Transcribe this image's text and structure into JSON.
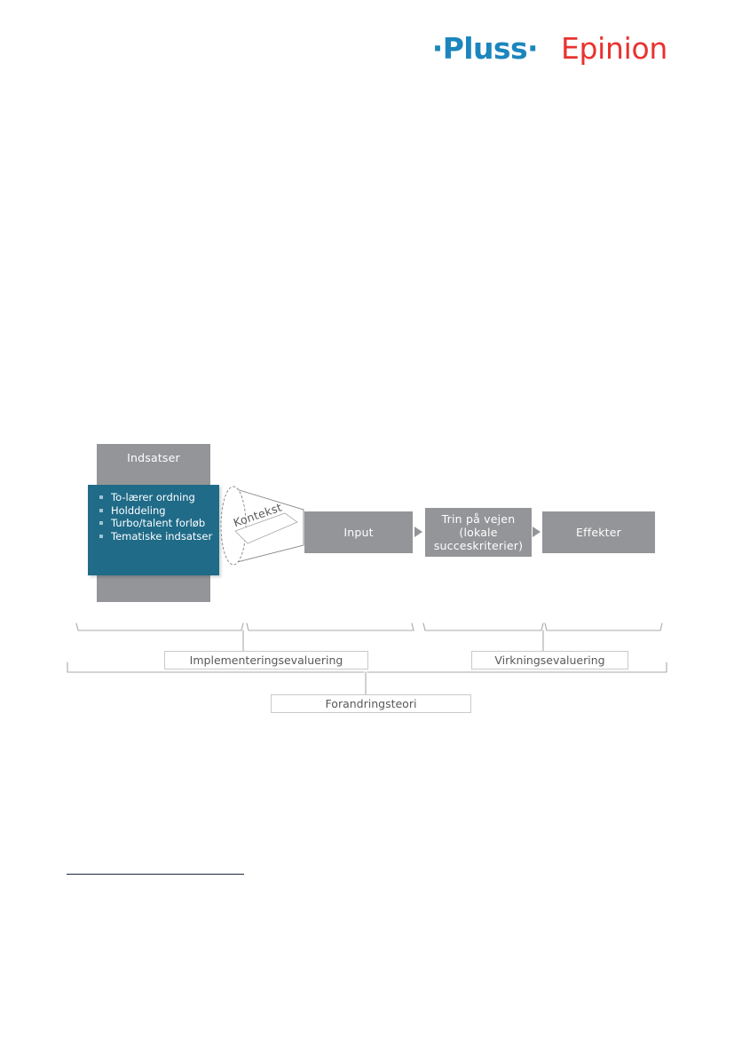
{
  "header": {
    "logo_pluss": "·Pluss·",
    "logo_epinion": "Epinion",
    "pluss_color": "#1b86bd",
    "epinion_color": "#e8322e"
  },
  "diagram": {
    "title": "Forandringsteori",
    "colors": {
      "grey_box": "#939598",
      "teal_panel": "#1f6b88",
      "bullet": "#9fc4d2",
      "bracket_line": "#a7a9ac",
      "label_text": "#58595b"
    },
    "indsatser": {
      "title": "Indsatser",
      "bullets": [
        "To-lærer ordning",
        "Holddeling",
        "Turbo/talent forløb",
        "Tematiske indsatser"
      ]
    },
    "context": {
      "label": "Kontekst",
      "shape": "cone"
    },
    "flow": [
      {
        "id": "input",
        "label": "Input"
      },
      {
        "id": "trin-paa-vejen",
        "label": "Trin på vejen (lokale succeskriterier)"
      },
      {
        "id": "effekter",
        "label": "Effekter"
      }
    ],
    "flow_display": {
      "input": "Input",
      "trin_line1": "Trin på vejen",
      "trin_line2": "(lokale",
      "trin_line3": "succeskriterier)",
      "effekter": "Effekter"
    },
    "brackets": [
      {
        "id": "implementeringsevaluering",
        "label": "Implementeringsevaluering"
      },
      {
        "id": "virkningsevaluering",
        "label": "Virkningsevaluering"
      },
      {
        "id": "forandringsteori",
        "label": "Forandringsteori"
      }
    ],
    "bracket_labels": {
      "implementering": "Implementeringsevaluering",
      "virkning": "Virkningsevaluering",
      "forandringsteori": "Forandringsteori"
    }
  },
  "footnote": {
    "rule_color": "#1b2a3d"
  }
}
